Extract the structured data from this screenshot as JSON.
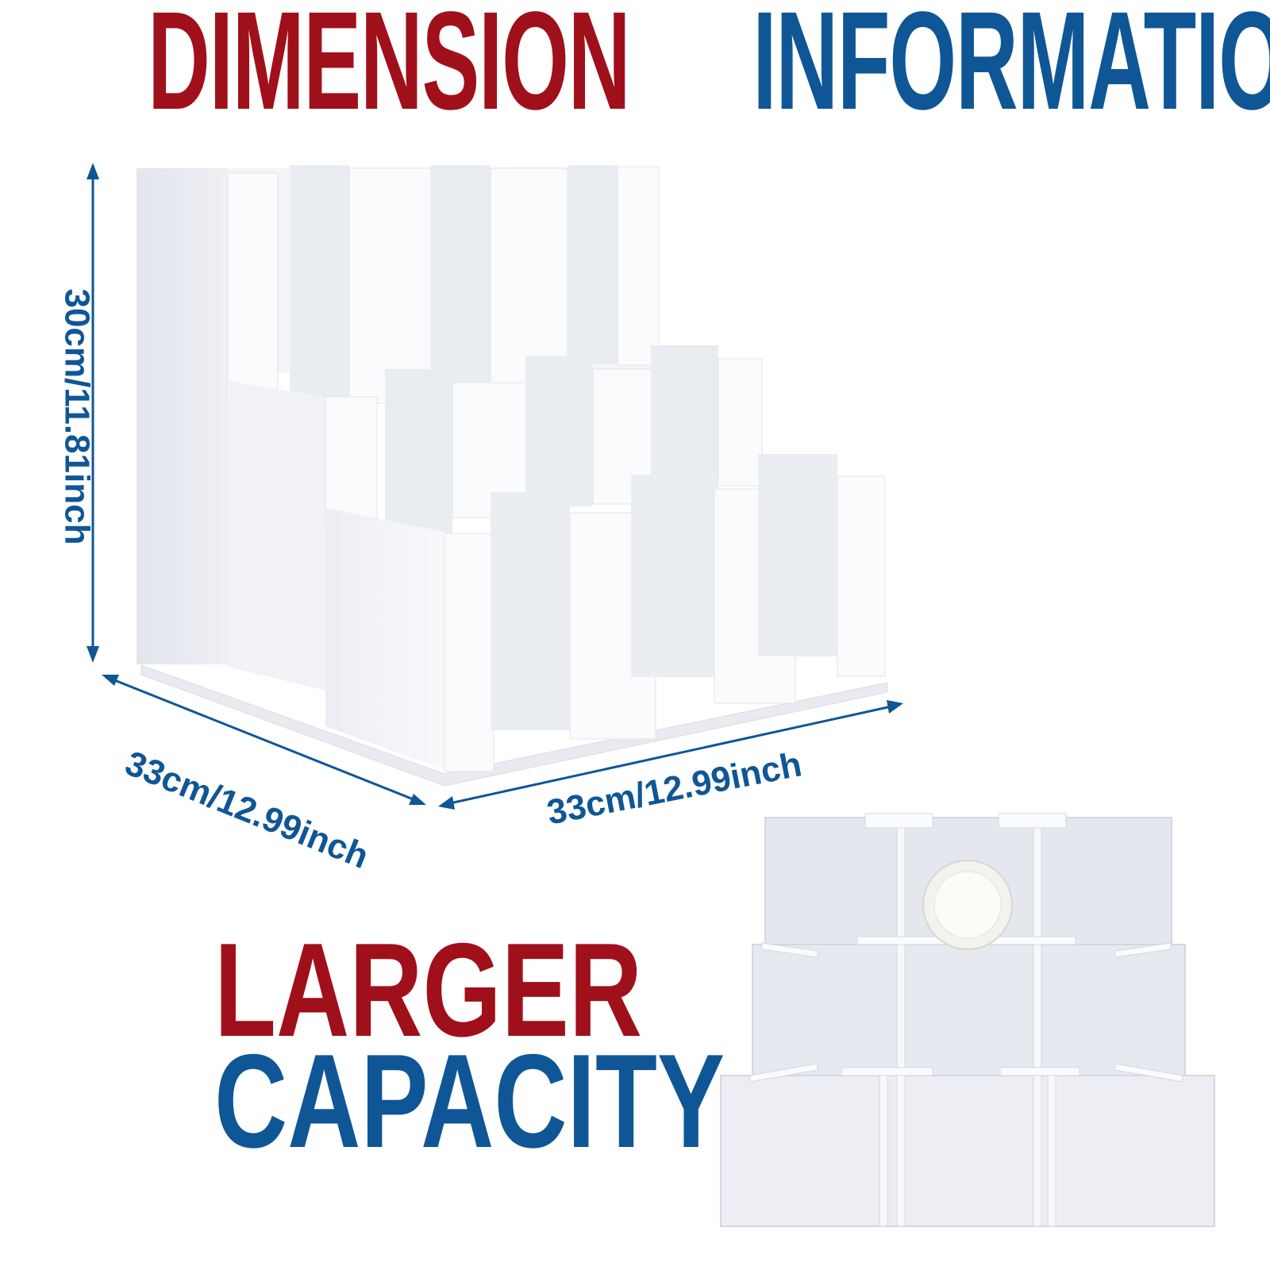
{
  "headline": {
    "word1": "DIMENSION",
    "word2": "INFORMATION"
  },
  "dimensions": {
    "height": "30cm/11.81inch",
    "depth": "33cm/12.99inch",
    "width": "33cm/12.99inch"
  },
  "slogan": {
    "line1": "LARGER",
    "line2": "CAPACITY"
  },
  "colors": {
    "red": "#a0101a",
    "blue": "#0f5696",
    "product": "#f2f3f7",
    "background": "#ffffff"
  }
}
